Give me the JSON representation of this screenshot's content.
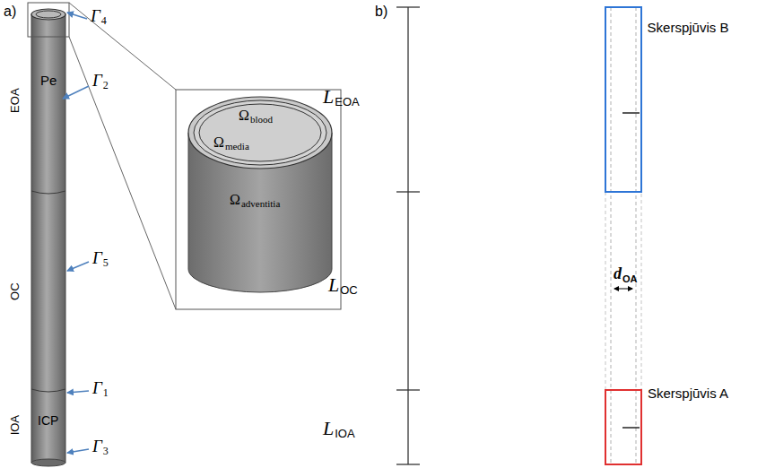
{
  "diagram": {
    "labels": [
      "a)",
      "EOA",
      "OC",
      "IOA",
      "Pe",
      "ICP",
      "Γ",
      "4",
      "Γ",
      "2",
      "Γ",
      "5",
      "Γ",
      "1",
      "Γ",
      "3",
      "Ω",
      "blood",
      "Ω",
      "media",
      "Ω",
      "adventitia",
      "b)",
      "L",
      "EOA",
      "L",
      "OC",
      "d",
      "OA",
      "L",
      "IOA",
      "Skerspjūvis B",
      "Skerspjūvis A"
    ]
  }
}
